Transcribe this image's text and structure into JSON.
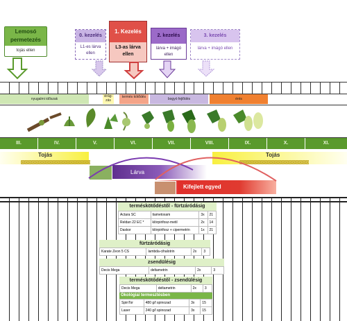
{
  "treatments": {
    "lemoso": {
      "title": "Lemosó permetezés",
      "sub": "tojás ellen",
      "color": "#7ab648"
    },
    "k0": {
      "title": "0. kezelés",
      "sub": "L1-es lárva ellen",
      "color": "#b8a0d8"
    },
    "k1": {
      "title": "1. Kezelés",
      "sub": "L3-as lárva ellen",
      "color": "#e06050"
    },
    "k2": {
      "title": "2. kezelés",
      "sub": "lárva + imágó ellen",
      "color": "#9b6ac8"
    },
    "k3": {
      "title": "3. kezelés",
      "sub": "lárva + imágó ellen",
      "color": "#c8a8e8"
    }
  },
  "phases": {
    "nyugalmi": "nyugalmi időszak",
    "virag": "virág-zás",
    "termes": "termés kötődés",
    "bogyo": "bogyó fejlődés",
    "eres": "érés"
  },
  "months": [
    "III.",
    "IV.",
    "V.",
    "VI.",
    "VII.",
    "VIII.",
    "IX.",
    "X.",
    "XI."
  ],
  "life": {
    "tojas_left": "Tojás",
    "tojas_right": "Tojás",
    "larva": "Lárva",
    "kifejlett": "Kifejlett egyed"
  },
  "tables": {
    "t1": {
      "title": "terméskötődéstől - fürtzáródásig",
      "rows": [
        [
          "Actara SC",
          "tiametoxam",
          "3x",
          "21"
        ],
        [
          "Reldan 22 EC *",
          "klórpirifosz-metil",
          "2x",
          "14"
        ],
        [
          "Daskor",
          "klórpirifosz + cipermetrin",
          "1x",
          "21"
        ]
      ]
    },
    "t2": {
      "title": "fürtzáródásig",
      "rows": [
        [
          "Karate Zeon 5 CS",
          "lambda-cihalotrin",
          "2x",
          "3"
        ]
      ]
    },
    "t3": {
      "title": "zsendülésig",
      "rows": [
        [
          "Decis Mega",
          "deltametrin",
          "2x",
          "3"
        ]
      ]
    },
    "t4": {
      "title": "terméskötődéstől - zsendülésig",
      "rows": [
        [
          "Decis Mega",
          "deltametrin",
          "2x",
          "3"
        ]
      ],
      "subtitle": "Ökológiai termesztésben",
      "rows2": [
        [
          "SpinTor",
          "480 g/l spinozad",
          "3x",
          "15"
        ],
        [
          "Laser",
          "240 g/l spinozad",
          "3x",
          "15"
        ]
      ]
    }
  }
}
